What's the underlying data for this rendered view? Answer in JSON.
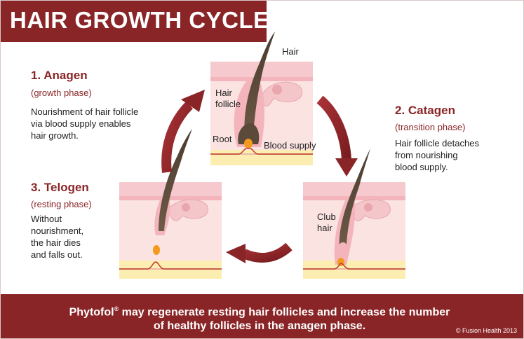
{
  "title": "HAIR GROWTH CYCLE",
  "phases": [
    {
      "title": "1. Anagen",
      "subtitle": "(growth phase)",
      "description_lines": [
        "Nourishment of hair follicle",
        "via blood supply enables",
        "hair growth."
      ]
    },
    {
      "title": "2. Catagen",
      "subtitle": "(transition phase)",
      "description_lines": [
        "Hair follicle detaches",
        "from nourishing",
        "blood supply."
      ]
    },
    {
      "title": "3. Telogen",
      "subtitle": "(resting phase)",
      "description_lines": [
        "Without",
        "nourishment,",
        "the hair dies",
        "and falls out."
      ]
    }
  ],
  "labels": {
    "hair": "Hair",
    "hair_follicle_line1": "Hair",
    "hair_follicle_line2": "follicle",
    "root": "Root",
    "blood_supply": "Blood supply",
    "club_hair_line1": "Club",
    "club_hair_line2": "hair"
  },
  "footer": {
    "brand": "Phytofol",
    "registered_mark": "®",
    "line1_rest": " may regenerate resting hair follicles and increase the number",
    "line2": "of healthy follicles in the anagen phase."
  },
  "copyright": "© Fusion Health 2013",
  "colors": {
    "brand_red": "#8a2527",
    "skin_top": "#f5c9cd",
    "skin_light": "#fbe3e2",
    "fat_yellow": "#fbeeb0",
    "follicle_pink": "#f3b4bb",
    "hair_brown": "#5b4a3a",
    "root_orange": "#f39a1e"
  }
}
